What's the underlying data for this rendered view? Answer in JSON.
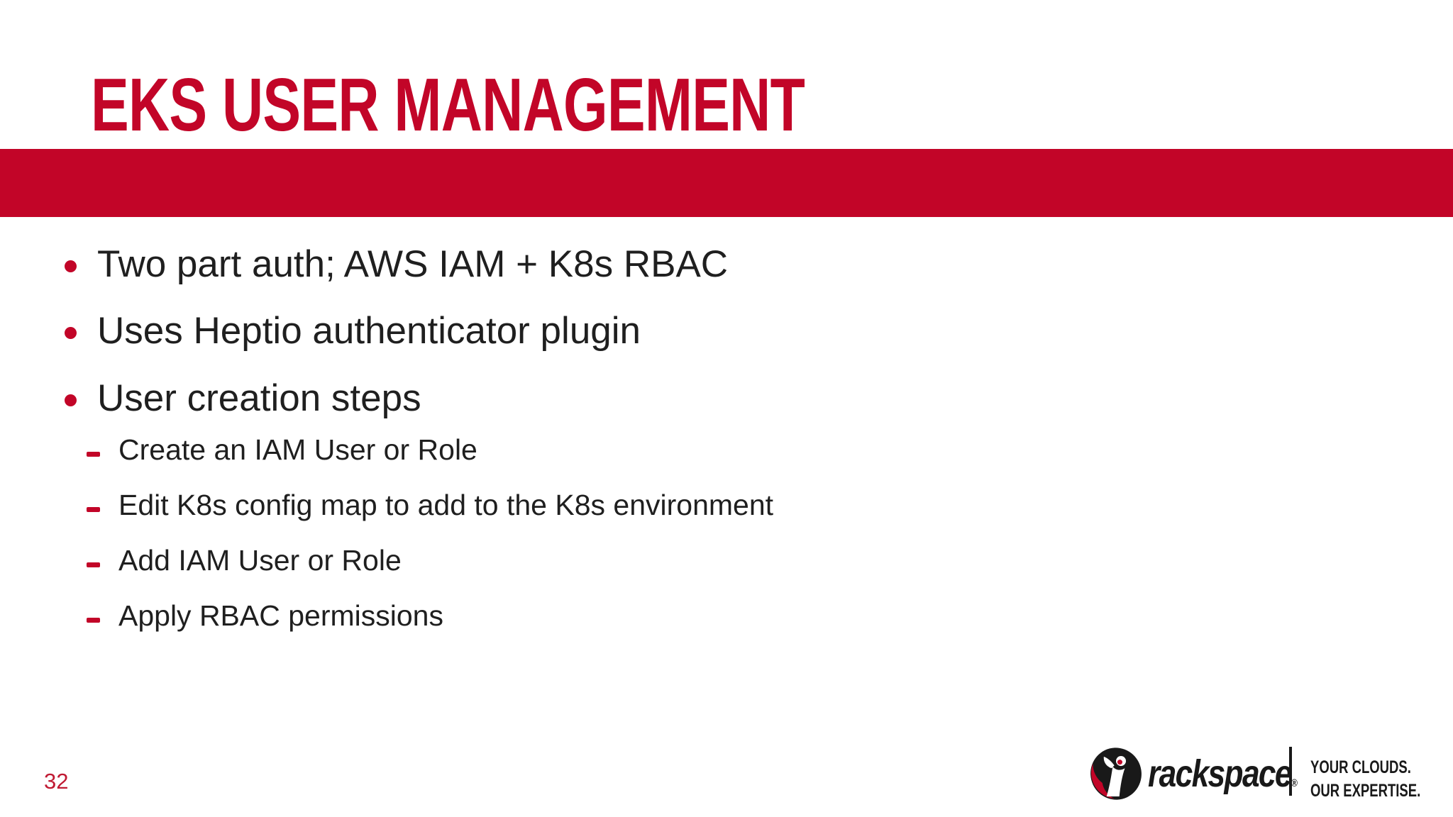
{
  "slide": {
    "title": "EKS USER MANAGEMENT",
    "page_number": "32",
    "bullets": [
      {
        "level": 1,
        "text": "Two part auth; AWS IAM + K8s RBAC"
      },
      {
        "level": 1,
        "text": "Uses Heptio authenticator plugin"
      },
      {
        "level": 1,
        "text": "User creation steps"
      },
      {
        "level": 2,
        "text": "Create an IAM User or Role"
      },
      {
        "level": 2,
        "text": "Edit K8s config map to add to the K8s environment"
      },
      {
        "level": 2,
        "text": "Add IAM User or Role"
      },
      {
        "level": 2,
        "text": "Apply RBAC permissions"
      }
    ],
    "footer": {
      "brand": "rackspace",
      "registered": "®",
      "tagline_line1": "YOUR CLOUDS.",
      "tagline_line2": "OUR EXPERTISE."
    },
    "colors": {
      "accent_red": "#C20528",
      "text_dark": "#1F1F1F",
      "logo_black": "#191919",
      "background": "#FFFFFF"
    }
  }
}
